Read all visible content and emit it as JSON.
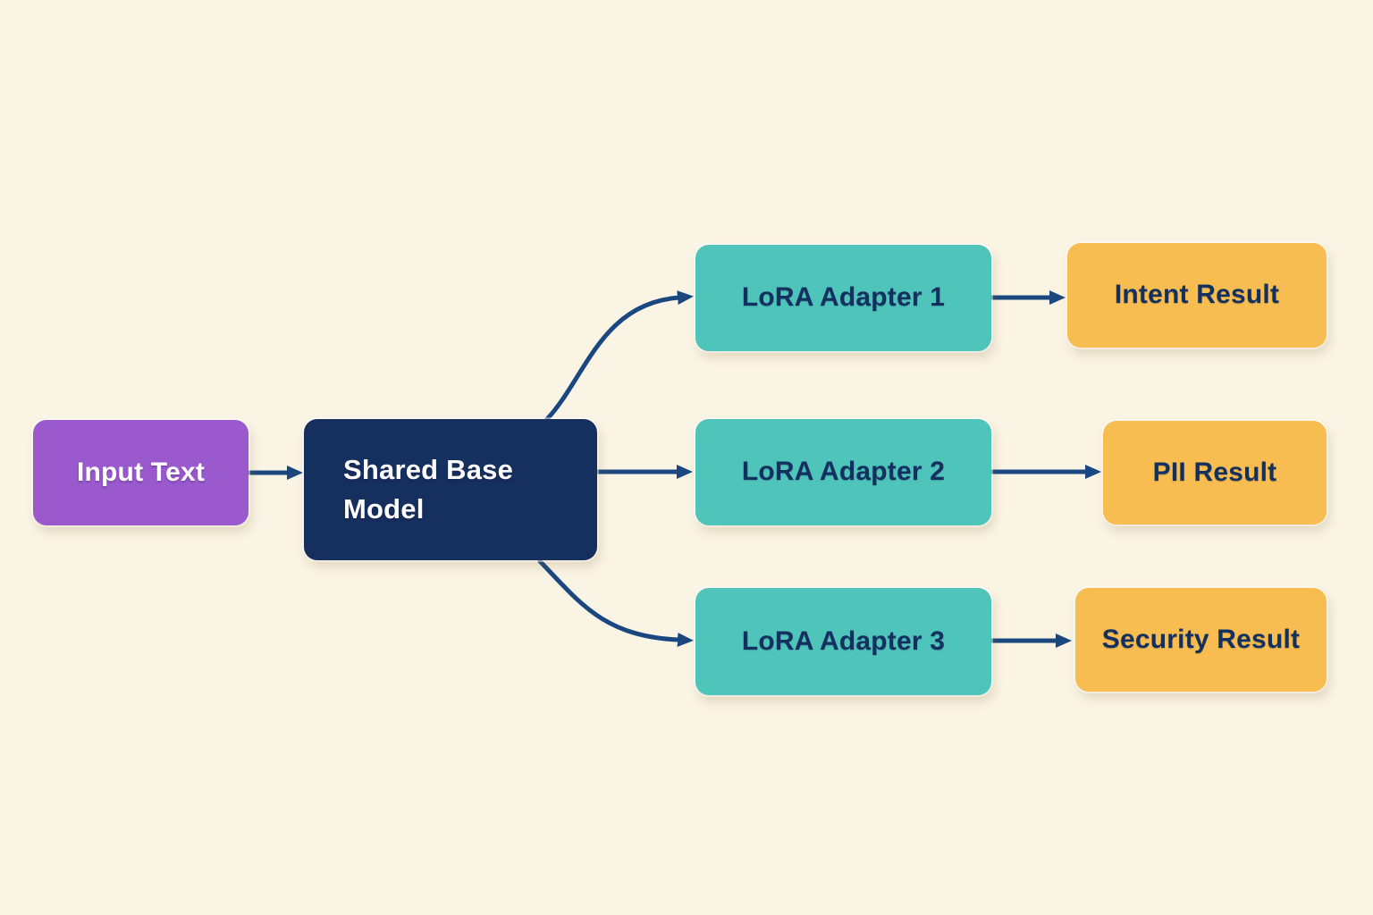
{
  "diagram": {
    "background_color": "#faf4e5",
    "arrow_color": "#1b4780",
    "nodes": {
      "input": {
        "label": "Input Text",
        "fill": "#9a5acd",
        "text_color": "#ffffff"
      },
      "base": {
        "label": "Shared Base Model",
        "fill": "#152f5e",
        "text_color": "#fdfdfd"
      },
      "adapter1": {
        "label": "LoRA Adapter 1",
        "fill": "#4fc4bb",
        "text_color": "#14305f"
      },
      "adapter2": {
        "label": "LoRA Adapter 2",
        "fill": "#4fc4bb",
        "text_color": "#14305f"
      },
      "adapter3": {
        "label": "LoRA Adapter 3",
        "fill": "#4fc4bb",
        "text_color": "#14305f"
      },
      "result1": {
        "label": "Intent Result",
        "fill": "#f8bd50",
        "text_color": "#14305f"
      },
      "result2": {
        "label": "PII Result",
        "fill": "#f8bd50",
        "text_color": "#14305f"
      },
      "result3": {
        "label": "Security Result",
        "fill": "#f8bd50",
        "text_color": "#14305f"
      }
    },
    "edges": [
      {
        "from": "input",
        "to": "base"
      },
      {
        "from": "base",
        "to": "adapter1"
      },
      {
        "from": "base",
        "to": "adapter2"
      },
      {
        "from": "base",
        "to": "adapter3"
      },
      {
        "from": "adapter1",
        "to": "result1"
      },
      {
        "from": "adapter2",
        "to": "result2"
      },
      {
        "from": "adapter3",
        "to": "result3"
      }
    ]
  }
}
